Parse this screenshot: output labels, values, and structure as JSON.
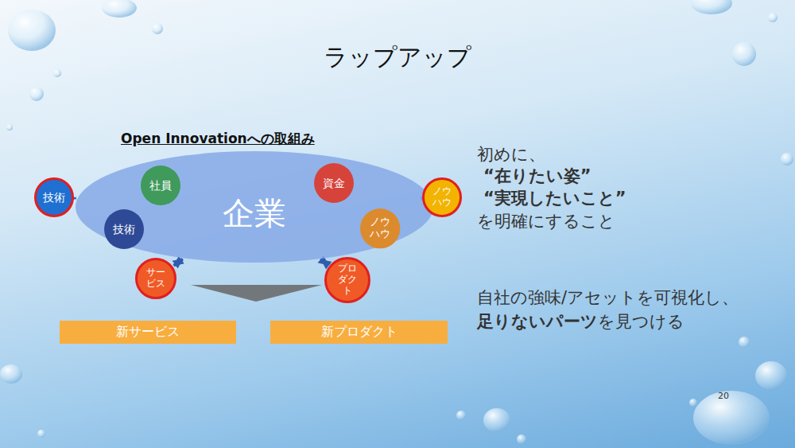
{
  "diagram": {
    "title": "ラップアップ",
    "nodes": [
      {
        "text": [
          "企業"
        ]
      },
      {
        "text": [
          "社員"
        ],
        "in": 0
      },
      {
        "text": [
          "資金"
        ],
        "in": 0
      },
      {
        "text": [
          "技術"
        ],
        "in": 0
      },
      {
        "text": [
          "ノウ ハウ"
        ],
        "in": 0
      },
      {
        "text": [
          "技術"
        ]
      },
      {
        "text": [
          "ノウ ハウ"
        ]
      },
      {
        "text": [
          "サー ビス"
        ]
      },
      {
        "text": [
          "プロ ダク ト"
        ]
      },
      {
        "text": [
          "新サービス"
        ]
      },
      {
        "text": [
          "新プロダクト"
        ]
      }
    ],
    "edges": [
      {
        "from": 5,
        "to": 0,
        "arrow": "to"
      },
      {
        "from": 6,
        "to": 0,
        "arrow": "to"
      },
      {
        "from": 7,
        "to": 0,
        "arrow": "both"
      },
      {
        "from": 8,
        "to": 0,
        "arrow": "both"
      }
    ],
    "labels": [
      "Open Innovationへの取組み",
      "初めに、",
      "“在りたい姿”",
      "“実現したいこと”",
      "を明確にすること",
      "自社の強味/アセットを可視化し、",
      "足りないパーツ",
      "を見つける",
      "20"
    ]
  }
}
